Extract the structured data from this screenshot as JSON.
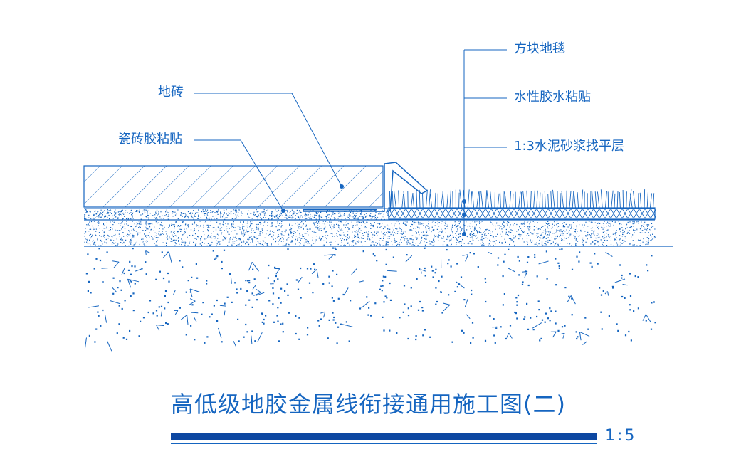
{
  "labels": {
    "carpet_tile": "方块地毯",
    "waterborne_adhesive": "水性胶水粘贴",
    "leveling_layer": "1:3水泥砂浆找平层",
    "floor_tile": "地砖",
    "tile_adhesive": "瓷砖胶粘贴"
  },
  "title": "高低级地胶金属线衔接通用施工图(二)",
  "scale": "1:5",
  "colors": {
    "line": "#1565c0",
    "dark_bar": "#0d47a1",
    "background": "#ffffff"
  }
}
